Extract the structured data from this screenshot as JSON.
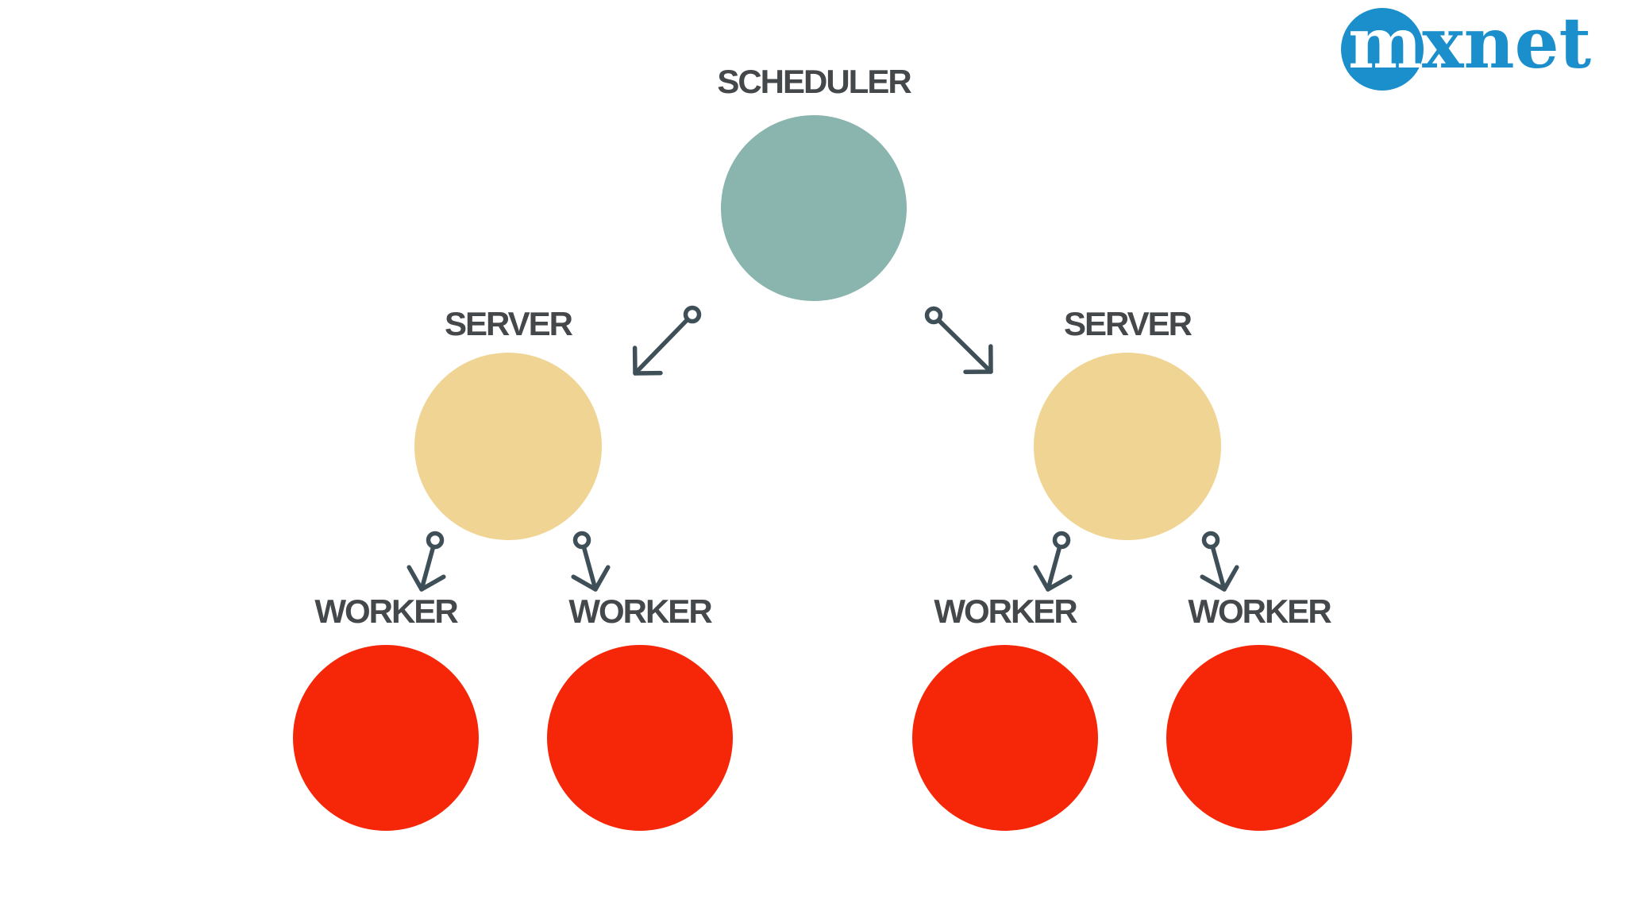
{
  "logo": {
    "prefix": "m",
    "suffix": "xnet"
  },
  "nodes": {
    "scheduler": {
      "label": "SCHEDULER"
    },
    "server_left": {
      "label": "SERVER"
    },
    "server_right": {
      "label": "SERVER"
    },
    "worker_1": {
      "label": "WORKER"
    },
    "worker_2": {
      "label": "WORKER"
    },
    "worker_3": {
      "label": "WORKER"
    },
    "worker_4": {
      "label": "WORKER"
    }
  },
  "colors": {
    "background": "#ffffff",
    "scheduler_fill": "#8ab4ae",
    "server_fill": "#f0d493",
    "worker_fill": "#f62708",
    "label_text": "#45484a",
    "arrow": "#3e4f58",
    "logo_blue": "#1b8fcc"
  }
}
